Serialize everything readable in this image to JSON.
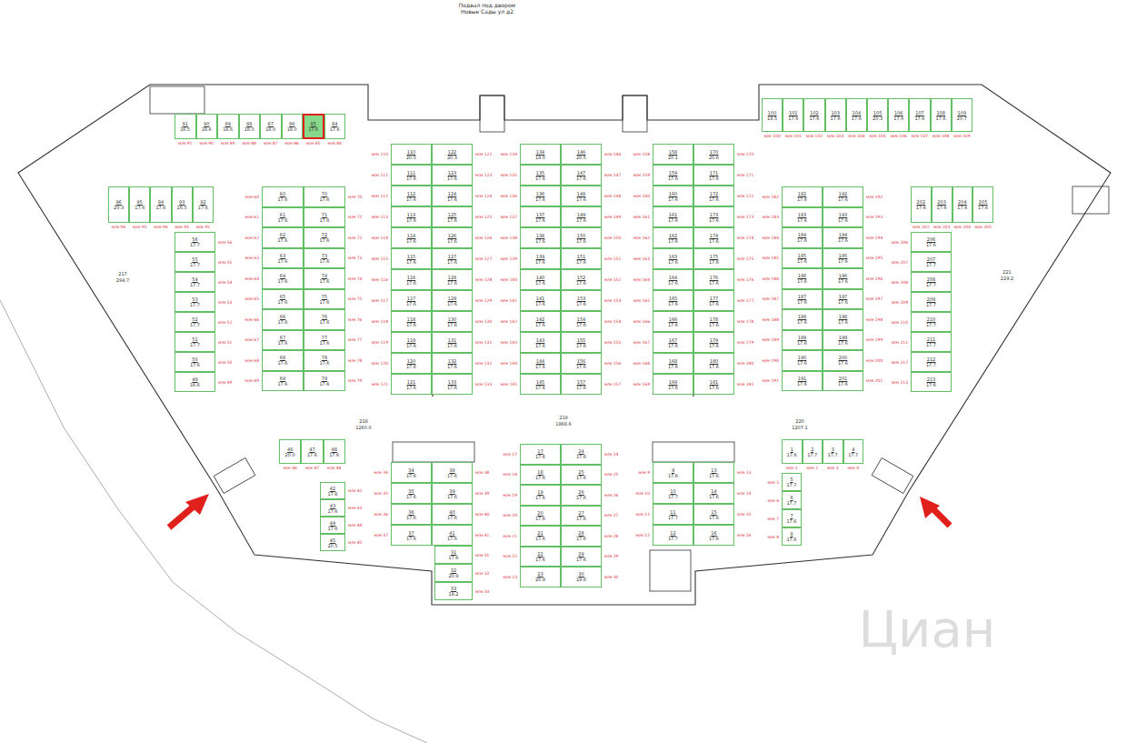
{
  "diagram": {
    "title": "Подвал под двором",
    "nodes": [
      {
        "text": [
          "91",
          "16.5"
        ]
      },
      {
        "text": [
          "90",
          "18.6"
        ]
      },
      {
        "text": [
          "89",
          "18.6"
        ]
      },
      {
        "text": [
          "88",
          "18.0"
        ]
      },
      {
        "text": [
          "87",
          "18.0"
        ]
      },
      {
        "text": [
          "86",
          "18.0"
        ]
      },
      {
        "text": [
          "85",
          "17.6"
        ]
      },
      {
        "text": [
          "84",
          "17.6"
        ]
      },
      {
        "text": [
          "100",
          "18.5"
        ]
      },
      {
        "text": [
          "101",
          "17.6"
        ]
      },
      {
        "text": [
          "102",
          "17.6"
        ]
      },
      {
        "text": [
          "103",
          "17.6"
        ]
      },
      {
        "text": [
          "104",
          "17.6"
        ]
      },
      {
        "text": [
          "105",
          "20.3"
        ]
      },
      {
        "text": [
          "106",
          "17.6"
        ]
      },
      {
        "text": [
          "107",
          "17.6"
        ]
      },
      {
        "text": [
          "108",
          "17.6"
        ]
      },
      {
        "text": [
          "109",
          "20.7"
        ]
      },
      {
        "text": [
          "96",
          "20.3"
        ]
      },
      {
        "text": [
          "95",
          "17.6"
        ]
      },
      {
        "text": [
          "94",
          "17.6"
        ]
      },
      {
        "text": [
          "93",
          "16.5"
        ]
      },
      {
        "text": [
          "92",
          "17.6"
        ]
      },
      {
        "text": [
          "56",
          "17.7"
        ]
      },
      {
        "text": [
          "55",
          "17.7"
        ]
      },
      {
        "text": [
          "54",
          "17.7"
        ]
      },
      {
        "text": [
          "53",
          "17.7"
        ]
      },
      {
        "text": [
          "52",
          "17.7"
        ]
      },
      {
        "text": [
          "51",
          "17.7"
        ]
      },
      {
        "text": [
          "50",
          "17.6"
        ]
      },
      {
        "text": [
          "49",
          "16.6"
        ]
      },
      {
        "text": [
          "60",
          "17.6"
        ]
      },
      {
        "text": [
          "70",
          "17.6"
        ]
      },
      {
        "text": [
          "61",
          "17.6"
        ]
      },
      {
        "text": [
          "71",
          "17.6"
        ]
      },
      {
        "text": [
          "62",
          "17.6"
        ]
      },
      {
        "text": [
          "72",
          "17.6"
        ]
      },
      {
        "text": [
          "63",
          "17.6"
        ]
      },
      {
        "text": [
          "73",
          "17.6"
        ]
      },
      {
        "text": [
          "64",
          "17.6"
        ]
      },
      {
        "text": [
          "74",
          "17.6"
        ]
      },
      {
        "text": [
          "65",
          "17.6"
        ]
      },
      {
        "text": [
          "75",
          "17.6"
        ]
      },
      {
        "text": [
          "66",
          "17.6"
        ]
      },
      {
        "text": [
          "76",
          "17.6"
        ]
      },
      {
        "text": [
          "67",
          "17.6"
        ]
      },
      {
        "text": [
          "77",
          "17.6"
        ]
      },
      {
        "text": [
          "68",
          "17.6"
        ]
      },
      {
        "text": [
          "78",
          "17.6"
        ]
      },
      {
        "text": [
          "69",
          "17.6"
        ]
      },
      {
        "text": [
          "79",
          "17.6"
        ]
      },
      {
        "text": [
          "110",
          "20.5"
        ]
      },
      {
        "text": [
          "122",
          "20.3"
        ]
      },
      {
        "text": [
          "111",
          "17.6"
        ]
      },
      {
        "text": [
          "123",
          "17.6"
        ]
      },
      {
        "text": [
          "112",
          "17.6"
        ]
      },
      {
        "text": [
          "124",
          "17.6"
        ]
      },
      {
        "text": [
          "113",
          "17.6"
        ]
      },
      {
        "text": [
          "125",
          "17.6"
        ]
      },
      {
        "text": [
          "114",
          "17.6"
        ]
      },
      {
        "text": [
          "126",
          "17.6"
        ]
      },
      {
        "text": [
          "115",
          "17.6"
        ]
      },
      {
        "text": [
          "127",
          "17.6"
        ]
      },
      {
        "text": [
          "116",
          "17.6"
        ]
      },
      {
        "text": [
          "128",
          "17.6"
        ]
      },
      {
        "text": [
          "117",
          "17.6"
        ]
      },
      {
        "text": [
          "129",
          "17.6"
        ]
      },
      {
        "text": [
          "118",
          "17.6"
        ]
      },
      {
        "text": [
          "130",
          "17.6"
        ]
      },
      {
        "text": [
          "119",
          "17.6"
        ]
      },
      {
        "text": [
          "131",
          "17.6"
        ]
      },
      {
        "text": [
          "120",
          "17.6"
        ]
      },
      {
        "text": [
          "132",
          "17.6"
        ]
      },
      {
        "text": [
          "121",
          "17.6"
        ]
      },
      {
        "text": [
          "133",
          "17.6"
        ]
      },
      {
        "text": [
          "134",
          "19.0"
        ]
      },
      {
        "text": [
          "146",
          "20.5"
        ]
      },
      {
        "text": [
          "135",
          "17.6"
        ]
      },
      {
        "text": [
          "147",
          "17.6"
        ]
      },
      {
        "text": [
          "136",
          "17.6"
        ]
      },
      {
        "text": [
          "148",
          "17.6"
        ]
      },
      {
        "text": [
          "137",
          "17.6"
        ]
      },
      {
        "text": [
          "149",
          "17.6"
        ]
      },
      {
        "text": [
          "138",
          "17.6"
        ]
      },
      {
        "text": [
          "150",
          "17.6"
        ]
      },
      {
        "text": [
          "139",
          "17.6"
        ]
      },
      {
        "text": [
          "151",
          "17.6"
        ]
      },
      {
        "text": [
          "140",
          "17.6"
        ]
      },
      {
        "text": [
          "152",
          "17.6"
        ]
      },
      {
        "text": [
          "141",
          "17.6"
        ]
      },
      {
        "text": [
          "153",
          "17.6"
        ]
      },
      {
        "text": [
          "142",
          "17.6"
        ]
      },
      {
        "text": [
          "154",
          "17.6"
        ]
      },
      {
        "text": [
          "143",
          "17.6"
        ]
      },
      {
        "text": [
          "155",
          "17.6"
        ]
      },
      {
        "text": [
          "144",
          "17.6"
        ]
      },
      {
        "text": [
          "156",
          "17.6"
        ]
      },
      {
        "text": [
          "145",
          "17.6"
        ]
      },
      {
        "text": [
          "157",
          "17.6"
        ]
      },
      {
        "text": [
          "158",
          "20.1"
        ]
      },
      {
        "text": [
          "170",
          "20.6"
        ]
      },
      {
        "text": [
          "159",
          "17.6"
        ]
      },
      {
        "text": [
          "171",
          "17.6"
        ]
      },
      {
        "text": [
          "160",
          "17.6"
        ]
      },
      {
        "text": [
          "172",
          "17.6"
        ]
      },
      {
        "text": [
          "161",
          "17.6"
        ]
      },
      {
        "text": [
          "173",
          "17.6"
        ]
      },
      {
        "text": [
          "162",
          "17.6"
        ]
      },
      {
        "text": [
          "174",
          "17.6"
        ]
      },
      {
        "text": [
          "163",
          "17.6"
        ]
      },
      {
        "text": [
          "175",
          "17.6"
        ]
      },
      {
        "text": [
          "164",
          "17.6"
        ]
      },
      {
        "text": [
          "176",
          "17.6"
        ]
      },
      {
        "text": [
          "165",
          "17.6"
        ]
      },
      {
        "text": [
          "177",
          "17.6"
        ]
      },
      {
        "text": [
          "166",
          "17.6"
        ]
      },
      {
        "text": [
          "178",
          "17.6"
        ]
      },
      {
        "text": [
          "167",
          "17.6"
        ]
      },
      {
        "text": [
          "179",
          "17.6"
        ]
      },
      {
        "text": [
          "168",
          "17.6"
        ]
      },
      {
        "text": [
          "180",
          "17.6"
        ]
      },
      {
        "text": [
          "169",
          "17.6"
        ]
      },
      {
        "text": [
          "181",
          "17.6"
        ]
      },
      {
        "text": [
          "182",
          "17.6"
        ]
      },
      {
        "text": [
          "192",
          "17.6"
        ]
      },
      {
        "text": [
          "183",
          "17.6"
        ]
      },
      {
        "text": [
          "193",
          "17.6"
        ]
      },
      {
        "text": [
          "184",
          "17.6"
        ]
      },
      {
        "text": [
          "194",
          "17.6"
        ]
      },
      {
        "text": [
          "185",
          "17.6"
        ]
      },
      {
        "text": [
          "195",
          "17.6"
        ]
      },
      {
        "text": [
          "186",
          "17.6"
        ]
      },
      {
        "text": [
          "196",
          "17.6"
        ]
      },
      {
        "text": [
          "187",
          "17.6"
        ]
      },
      {
        "text": [
          "197",
          "17.6"
        ]
      },
      {
        "text": [
          "188",
          "17.6"
        ]
      },
      {
        "text": [
          "198",
          "17.6"
        ]
      },
      {
        "text": [
          "189",
          "17.6"
        ]
      },
      {
        "text": [
          "199",
          "17.6"
        ]
      },
      {
        "text": [
          "190",
          "17.6"
        ]
      },
      {
        "text": [
          "200",
          "17.6"
        ]
      },
      {
        "text": [
          "191",
          "17.6"
        ]
      },
      {
        "text": [
          "201",
          "17.6"
        ]
      },
      {
        "text": [
          "202",
          "17.6"
        ]
      },
      {
        "text": [
          "203",
          "17.6"
        ]
      },
      {
        "text": [
          "204",
          "17.6"
        ]
      },
      {
        "text": [
          "205",
          "17.6"
        ]
      },
      {
        "text": [
          "206",
          "17.6"
        ]
      },
      {
        "text": [
          "207",
          "17.7"
        ]
      },
      {
        "text": [
          "208",
          "17.7"
        ]
      },
      {
        "text": [
          "209",
          "17.7"
        ]
      },
      {
        "text": [
          "210",
          "17.7"
        ]
      },
      {
        "text": [
          "211",
          "17.7"
        ]
      },
      {
        "text": [
          "212",
          "17.7"
        ]
      },
      {
        "text": [
          "213",
          "17.6"
        ]
      },
      {
        "text": [
          "46",
          "20.0"
        ]
      },
      {
        "text": [
          "47",
          "17.6"
        ]
      },
      {
        "text": [
          "48",
          "17.6"
        ]
      },
      {
        "text": [
          "42",
          "17.6"
        ]
      },
      {
        "text": [
          "43",
          "17.6"
        ]
      },
      {
        "text": [
          "44",
          "17.6"
        ]
      },
      {
        "text": [
          "45",
          "20.5"
        ]
      },
      {
        "text": [
          "34",
          "17.6"
        ]
      },
      {
        "text": [
          "38",
          "17.6"
        ]
      },
      {
        "text": [
          "35",
          "17.6"
        ]
      },
      {
        "text": [
          "39",
          "17.6"
        ]
      },
      {
        "text": [
          "36",
          "17.6"
        ]
      },
      {
        "text": [
          "40",
          "17.6"
        ]
      },
      {
        "text": [
          "37",
          "17.6"
        ]
      },
      {
        "text": [
          "41",
          "17.6"
        ]
      },
      {
        "text": [
          "31",
          "17.6"
        ]
      },
      {
        "text": [
          "32",
          "20.9"
        ]
      },
      {
        "text": [
          "33",
          "19.2"
        ]
      },
      {
        "text": [
          "17",
          "17.6"
        ]
      },
      {
        "text": [
          "24",
          "17.6"
        ]
      },
      {
        "text": [
          "18",
          "17.6"
        ]
      },
      {
        "text": [
          "25",
          "17.6"
        ]
      },
      {
        "text": [
          "19",
          "17.6"
        ]
      },
      {
        "text": [
          "26",
          "17.6"
        ]
      },
      {
        "text": [
          "20",
          "17.6"
        ]
      },
      {
        "text": [
          "27",
          "17.6"
        ]
      },
      {
        "text": [
          "21",
          "17.6"
        ]
      },
      {
        "text": [
          "28",
          "17.6"
        ]
      },
      {
        "text": [
          "22",
          "17.6"
        ]
      },
      {
        "text": [
          "29",
          "17.6"
        ]
      },
      {
        "text": [
          "23",
          "20.9"
        ]
      },
      {
        "text": [
          "30",
          "19.8"
        ]
      },
      {
        "text": [
          "9",
          "17.6"
        ]
      },
      {
        "text": [
          "13",
          "17.6"
        ]
      },
      {
        "text": [
          "10",
          "17.7"
        ]
      },
      {
        "text": [
          "14",
          "17.6"
        ]
      },
      {
        "text": [
          "11",
          "17.7"
        ]
      },
      {
        "text": [
          "15",
          "17.6"
        ]
      },
      {
        "text": [
          "12",
          "17.7"
        ]
      },
      {
        "text": [
          "16",
          "17.6"
        ]
      },
      {
        "text": [
          "1",
          "17.6"
        ]
      },
      {
        "text": [
          "2",
          "17.7"
        ]
      },
      {
        "text": [
          "3",
          "17.7"
        ]
      },
      {
        "text": [
          "4",
          "17.7"
        ]
      },
      {
        "text": [
          "5",
          "17.7"
        ]
      },
      {
        "text": [
          "6",
          "17.7"
        ]
      },
      {
        "text": [
          "7",
          "17.6"
        ]
      },
      {
        "text": [
          "8",
          "17.6"
        ]
      }
    ],
    "labels": [
      "м/м 91",
      "м/м 90",
      "м/м 89",
      "м/м 88",
      "м/м 87",
      "м/м 86",
      "м/м 85",
      "м/м 84",
      "м/м 100",
      "м/м 101",
      "м/м 102",
      "м/м 103",
      "м/м 104",
      "м/м 105",
      "м/м 106",
      "м/м 107",
      "м/м 108",
      "м/м 109",
      "м/м 96",
      "м/м 95",
      "м/м 94",
      "м/м 93",
      "м/м 92",
      "м/м 56",
      "м/м 55",
      "м/м 54",
      "м/м 53",
      "м/м 52",
      "м/м 51",
      "м/м 50",
      "м/м 49",
      "м/м 60",
      "м/м 70",
      "м/м 61",
      "м/м 71",
      "м/м 62",
      "м/м 72",
      "м/м 63",
      "м/м 73",
      "м/м 64",
      "м/м 74",
      "м/м 65",
      "м/м 75",
      "м/м 66",
      "м/м 76",
      "м/м 67",
      "м/м 77",
      "м/м 68",
      "м/м 78",
      "м/м 69",
      "м/м 79",
      "м/м 110",
      "м/м 122",
      "м/м 111",
      "м/м 123",
      "м/м 112",
      "м/м 124",
      "м/м 113",
      "м/м 125",
      "м/м 114",
      "м/м 126",
      "м/м 115",
      "м/м 127",
      "м/м 116",
      "м/м 128",
      "м/м 117",
      "м/м 129",
      "м/м 118",
      "м/м 130",
      "м/м 119",
      "м/м 131",
      "м/м 120",
      "м/м 132",
      "м/м 121",
      "м/м 133",
      "м/м 134",
      "м/м 146",
      "м/м 135",
      "м/м 147",
      "м/м 136",
      "м/м 148",
      "м/м 137",
      "м/м 149",
      "м/м 138",
      "м/м 150",
      "м/м 139",
      "м/м 151",
      "м/м 140",
      "м/м 152",
      "м/м 141",
      "м/м 153",
      "м/м 142",
      "м/м 154",
      "м/м 143",
      "м/м 155",
      "м/м 144",
      "м/м 156",
      "м/м 145",
      "м/м 157",
      "м/м 158",
      "м/м 170",
      "м/м 159",
      "м/м 171",
      "м/м 160",
      "м/м 172",
      "м/м 161",
      "м/м 173",
      "м/м 162",
      "м/м 174",
      "м/м 163",
      "м/м 175",
      "м/м 164",
      "м/м 176",
      "м/м 165",
      "м/м 177",
      "м/м 166",
      "м/м 178",
      "м/м 167",
      "м/м 179",
      "м/м 168",
      "м/м 180",
      "м/м 169",
      "м/м 181",
      "м/м 182",
      "м/м 192",
      "м/м 183",
      "м/м 193",
      "м/м 184",
      "м/м 194",
      "м/м 185",
      "м/м 195",
      "м/м 186",
      "м/м 196",
      "м/м 187",
      "м/м 197",
      "м/м 188",
      "м/м 198",
      "м/м 189",
      "м/м 199",
      "м/м 190",
      "м/м 200",
      "м/м 191",
      "м/м 201",
      "м/м 202",
      "м/м 203",
      "м/м 204",
      "м/м 205",
      "м/м 206",
      "м/м 207",
      "м/м 208",
      "м/м 209",
      "м/м 210",
      "м/м 211",
      "м/м 212",
      "м/м 213",
      "м/м 46",
      "м/м 47",
      "м/м 48",
      "м/м 42",
      "м/м 43",
      "м/м 44",
      "м/м 45",
      "м/м 34",
      "м/м 38",
      "м/м 35",
      "м/м 39",
      "м/м 36",
      "м/м 40",
      "м/м 37",
      "м/м 41",
      "м/м 31",
      "м/м 32",
      "м/м 33",
      "м/м 17",
      "м/м 24",
      "м/м 18",
      "м/м 25",
      "м/м 19",
      "м/м 26",
      "м/м 20",
      "м/м 27",
      "м/м 21",
      "м/м 28",
      "м/м 22",
      "м/м 29",
      "м/м 23",
      "м/м 30",
      "м/м 9",
      "м/м 13",
      "м/м 10",
      "м/м 14",
      "м/м 11",
      "м/м 15",
      "м/м 12",
      "м/м 16",
      "м/м 1",
      "м/м 2",
      "м/м 3",
      "м/м 4",
      "м/м 5",
      "м/м 6",
      "м/м 7",
      "м/м 8",
      "Новые Сады ул д2",
      "217",
      "294.7",
      "218",
      "1260.0",
      "219",
      "1868.6",
      "220",
      "1207.1",
      "221",
      "229.2",
      "Циан"
    ]
  }
}
